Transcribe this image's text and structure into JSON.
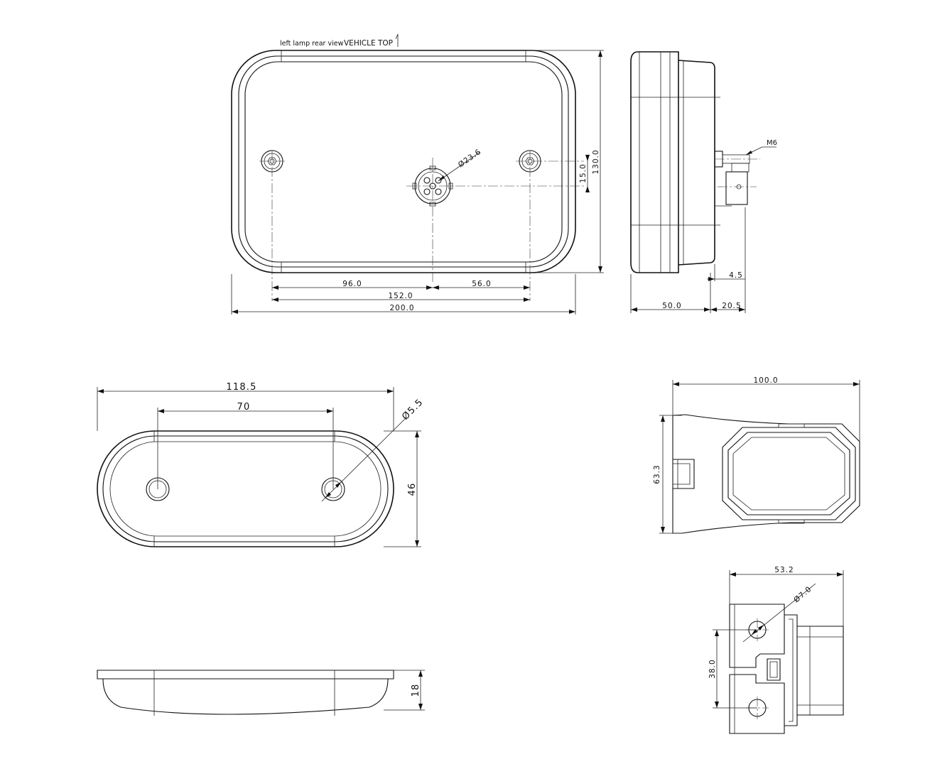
{
  "caption": {
    "text": "left lamp rear view",
    "vehicle_top": "VEHICLE TOP"
  },
  "rear_view": {
    "dims": {
      "d96": "96.0",
      "d56": "56.0",
      "d152": "152.0",
      "d200": "200.0",
      "d130": "130.0",
      "d15": "15.0",
      "connector": "Ø23.6"
    }
  },
  "side_view": {
    "dims": {
      "d50": "50.0",
      "d20_5": "20.5",
      "d4_5": "4.5",
      "thread": "M6"
    }
  },
  "oval_top_view": {
    "dims": {
      "d118_5": "118.5",
      "d70": "70",
      "hole": "Ø5.5",
      "d46": "46"
    }
  },
  "oval_side_view": {
    "dims": {
      "d18": "18"
    }
  },
  "bracket_front_view": {
    "dims": {
      "d100": "100.0",
      "d63_3": "63.3"
    }
  },
  "bracket_side_view": {
    "dims": {
      "d53_2": "53.2",
      "hole": "Ø7.0",
      "d38": "38.0"
    }
  }
}
